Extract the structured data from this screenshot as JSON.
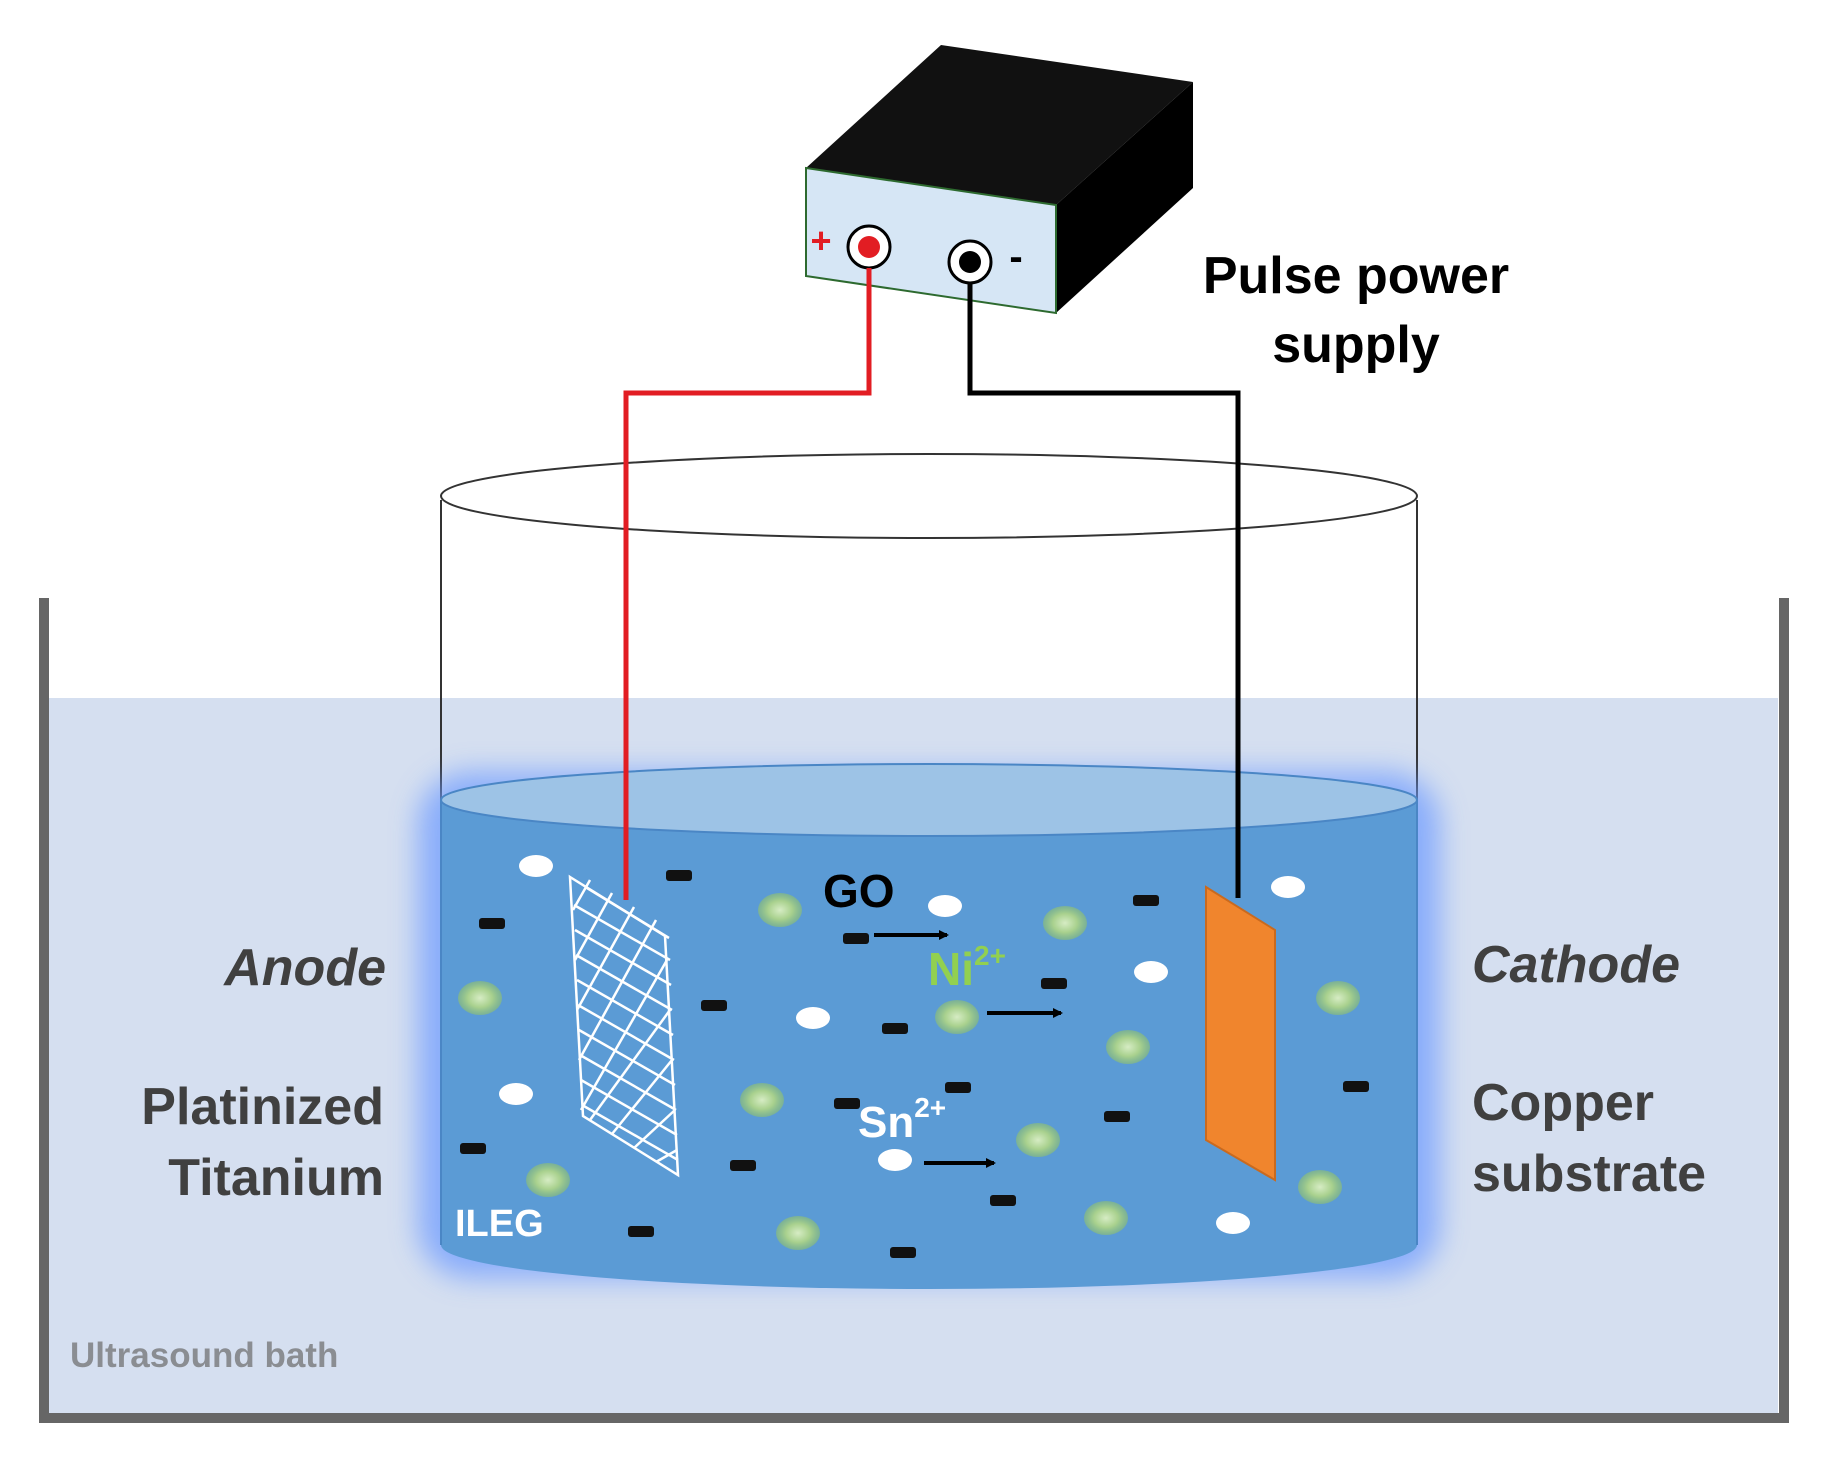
{
  "power_supply": {
    "label_line1": "Pulse power",
    "label_line2": "supply",
    "plus_sign": "+",
    "minus_sign": "-"
  },
  "electrodes": {
    "anode": "Anode",
    "anode_material_line1": "Platinized",
    "anode_material_line2": "Titanium",
    "cathode": "Cathode",
    "cathode_material_line1": "Copper",
    "cathode_material_line2": "substrate"
  },
  "species": {
    "go": "GO",
    "ni_base": "Ni",
    "ni_charge": "2+",
    "sn_base": "Sn",
    "sn_charge": "2+"
  },
  "electrolyte_label": "ILEG",
  "bath_label": "Ultrasound bath",
  "colors": {
    "positive_wire": "#e21d23",
    "negative_wire": "#000000",
    "electrolyte": "#5b9bd5",
    "bath_water": "#d5dff0",
    "cathode_plate": "#f0852d",
    "ni_particle": "#a9d18e",
    "ni_label": "#92d050"
  }
}
